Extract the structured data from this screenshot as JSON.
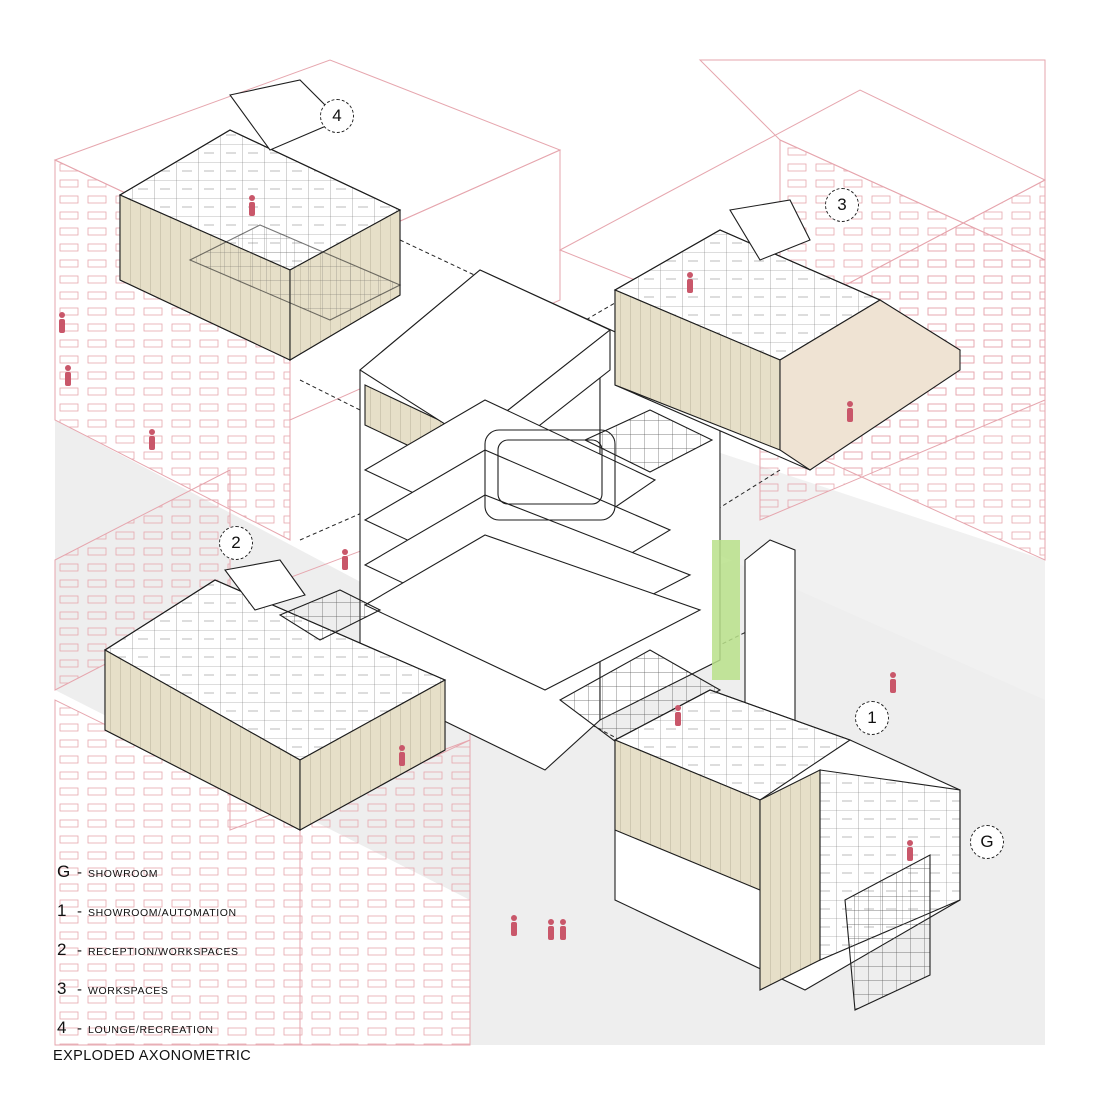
{
  "diagram": {
    "title": "EXPLODED AXONOMETRIC",
    "level_markers": [
      "4",
      "3",
      "2",
      "1",
      "G"
    ],
    "legend": [
      {
        "key": "G",
        "label": "Showroom"
      },
      {
        "key": "1",
        "label": "Showroom/Automation"
      },
      {
        "key": "2",
        "label": "Reception/Workspaces"
      },
      {
        "key": "3",
        "label": "Workspaces"
      },
      {
        "key": "4",
        "label": "Lounge/Recreation"
      }
    ],
    "colors": {
      "context_lines": "#e6a6ae",
      "linework": "#1e1e1e",
      "facade_panel": "#e6dfc8",
      "ground": "#eeeeee",
      "people": "#c9576a",
      "vegetation": "#b8e089"
    }
  }
}
